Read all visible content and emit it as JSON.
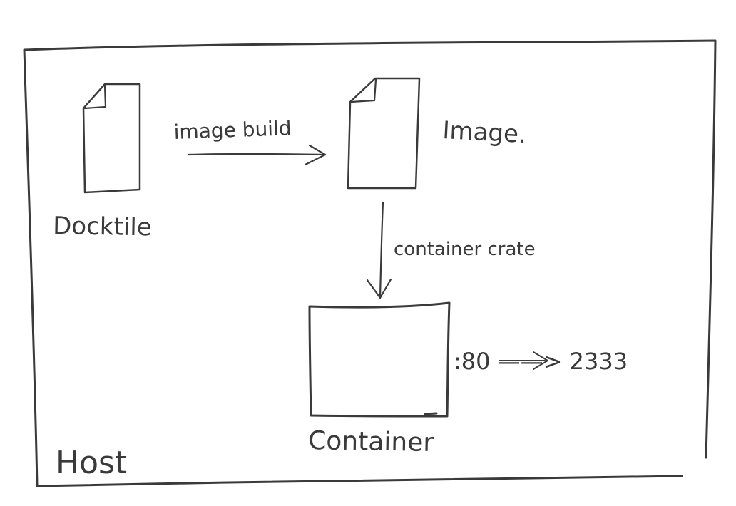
{
  "labels": {
    "dockerfile": "Docktile",
    "image": "Image.",
    "build_arrow": "image build",
    "create_arrow": "container crate",
    "container": "Container",
    "host": "Host",
    "port_mapping": ":80 ——> 2333"
  },
  "colors": {
    "ink": "#3a3a3a",
    "background": "#ffffff"
  }
}
